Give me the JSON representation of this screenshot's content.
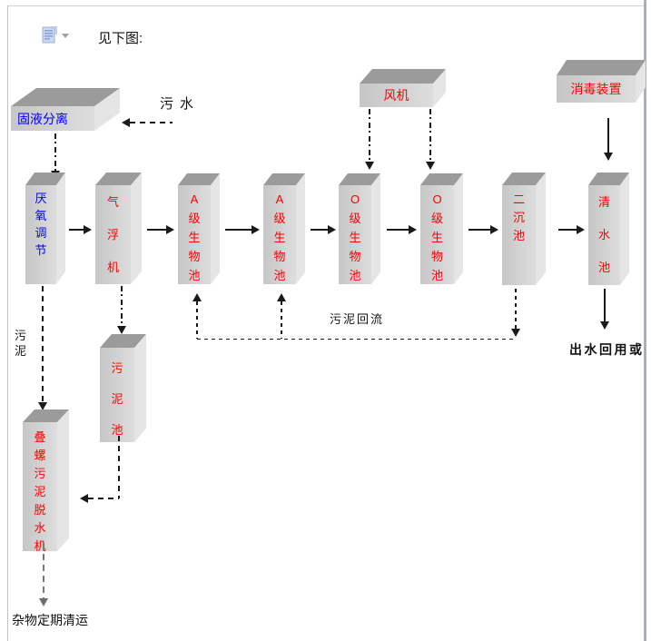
{
  "window": {
    "caption": "见下图:",
    "toolbar_icon": "paste-options-icon"
  },
  "boxes": {
    "solid_liquid_separation": {
      "label": "固液分离",
      "text_color": "#0000ff"
    },
    "fan": {
      "label": "风机",
      "text_color": "#ff0000"
    },
    "disinfection_device": {
      "label": "消毒装置",
      "text_color": "#ff0000"
    },
    "anaerobic_regulation": {
      "label": "厌氧调节",
      "text_color": "#0000ff"
    },
    "air_flotation": {
      "label": "气浮机",
      "text_color": "#ff0000"
    },
    "a_bio_pool_1": {
      "label": "A级生物池",
      "text_color": "#ff0000"
    },
    "a_bio_pool_2": {
      "label": "A级生物池",
      "text_color": "#ff0000"
    },
    "o_bio_pool_1": {
      "label": "O级生物池",
      "text_color": "#ff0000"
    },
    "o_bio_pool_2": {
      "label": "O级生物池",
      "text_color": "#ff0000"
    },
    "secondary_sedimentation": {
      "label": "二沉池",
      "text_color": "#ff0000"
    },
    "clear_water_pool": {
      "label": "清水池",
      "text_color": "#ff0000"
    },
    "sludge_pool": {
      "label": "污泥池",
      "text_color": "#ff0000"
    },
    "screw_sludge_dewatering": {
      "label": "叠螺污泥脱水机",
      "text_color": "#ff0000"
    }
  },
  "labels": {
    "sewage_in": "污水",
    "sludge_out": "污泥",
    "sludge_return": "污泥回流",
    "effluent_reuse": "出水回用或",
    "debris_removal": "杂物定期清运"
  },
  "colors": {
    "box_front": "#d2d2d2",
    "box_top": "#9b9b9b",
    "box_side": "#e5e5e5",
    "box_text_red": "#ff0000",
    "box_text_blue": "#0000ff",
    "line": "#1a1a1a",
    "gray_line": "#787878",
    "window_border_right": "#a8b1bb"
  }
}
